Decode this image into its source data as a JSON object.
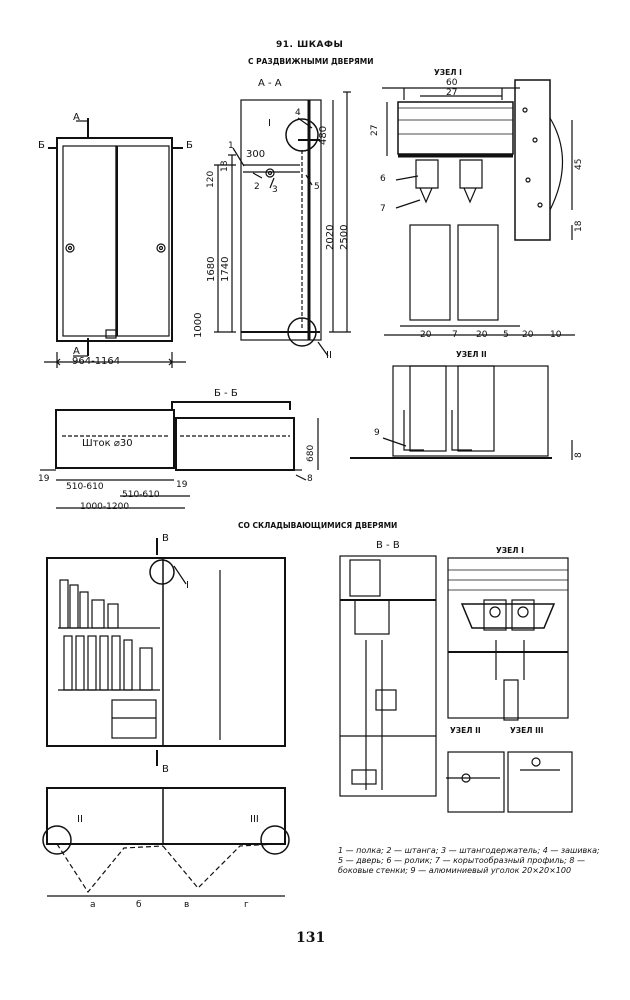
{
  "header": {
    "title": "91. ШКАФЫ",
    "subtitle_sliding": "С РАЗДВИЖНЫМИ ДВЕРЯМИ",
    "subtitle_folding": "СО СКЛАДЫВАЮЩИМИСЯ ДВЕРЯМИ"
  },
  "sections": {
    "aa": "А - А",
    "bb": "Б - Б",
    "vv": "В - В",
    "node1": "УЗЕЛ I",
    "node2": "УЗЕЛ II",
    "node1b": "УЗЕЛ I",
    "node2b": "УЗЕЛ II",
    "node3b": "УЗЕЛ III"
  },
  "marks": {
    "A": "А",
    "B": "Б",
    "V": "В",
    "I": "I",
    "II": "II",
    "III": "III"
  },
  "dims": {
    "w1": "964-1164",
    "h1000": "1000",
    "h1680": "1680",
    "h1740": "1740",
    "h120": "120",
    "h18": "18",
    "d300": "300",
    "h480": "480",
    "h2020": "2020",
    "h2500": "2500",
    "n60": "60",
    "n27a": "27",
    "n27b": "27",
    "n45": "45",
    "n18": "18",
    "n20a": "20",
    "n7": "7",
    "n20b": "20",
    "n5": "5",
    "n20c": "20",
    "n10": "10",
    "n8": "8",
    "shtok": "Шток ⌀30",
    "h680": "680",
    "d510a": "510-610",
    "d510b": "510-610",
    "d19a": "19",
    "d19b": "19",
    "d1000": "1000-1200",
    "pa": "а",
    "pb": "б",
    "pv": "в",
    "pg": "г"
  },
  "callouts": [
    "1",
    "2",
    "3",
    "4",
    "5",
    "6",
    "7",
    "8",
    "9"
  ],
  "legend": "1 — полка; 2 — штанга; 3 — штангодержатель; 4 — зашивка; 5 — дверь; 6 — ролик; 7 — корытообразный профиль; 8 — боковые стенки; 9 — алюминиевый уголок 20×20×100",
  "page_number": "131"
}
